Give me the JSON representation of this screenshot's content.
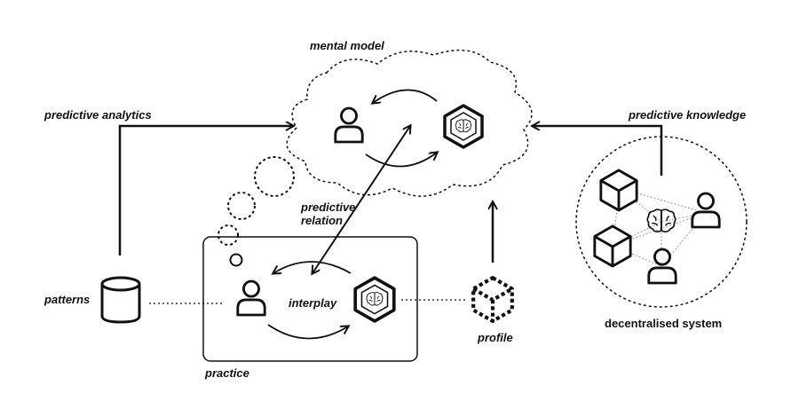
{
  "labels": {
    "mental_model": "mental model",
    "predictive_analytics": "predictive analytics",
    "predictive_knowledge": "predictive knowledge",
    "predictive_relation_line1": "predictive",
    "predictive_relation_line2": "relation",
    "patterns": "patterns",
    "interplay": "interplay",
    "practice": "practice",
    "profile": "profile",
    "decentralised_system": "decentralised system"
  },
  "icons": {
    "person": "person-icon",
    "cube": "cube-icon",
    "brain_cube": "brain-cube-icon",
    "brain": "brain-icon",
    "database": "database-icon",
    "dashed_cube": "dashed-cube-icon"
  },
  "colors": {
    "stroke": "#111111",
    "background": "#ffffff",
    "thin_link": "#9a9a9a"
  }
}
